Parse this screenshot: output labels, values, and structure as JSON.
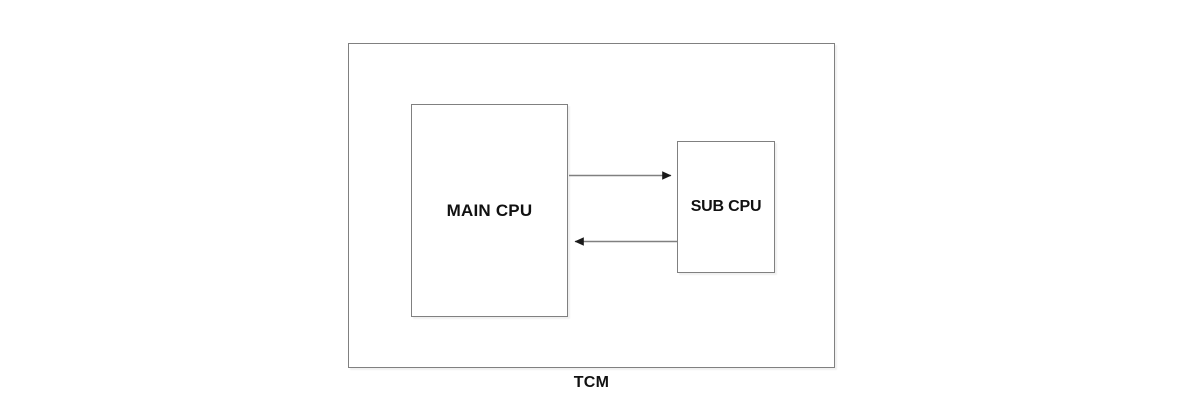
{
  "diagram": {
    "title": "TCM",
    "caption": "TCM",
    "background": "#ffffff",
    "line_color": "#808080",
    "text_color": "#111111",
    "blocks": [
      {
        "id": "tcm",
        "label": "TCM",
        "label_position": "below-outside",
        "role": "container"
      },
      {
        "id": "main_cpu",
        "label": "MAIN CPU",
        "label_position": "center",
        "role": "processor"
      },
      {
        "id": "sub_cpu",
        "label": "SUB CPU",
        "label_position": "center",
        "role": "processor"
      }
    ],
    "connections": [
      {
        "from": "main_cpu",
        "to": "sub_cpu",
        "direction": "right",
        "arrowhead": "to",
        "label": ""
      },
      {
        "from": "sub_cpu",
        "to": "main_cpu",
        "direction": "left",
        "arrowhead": "to",
        "label": ""
      }
    ]
  }
}
